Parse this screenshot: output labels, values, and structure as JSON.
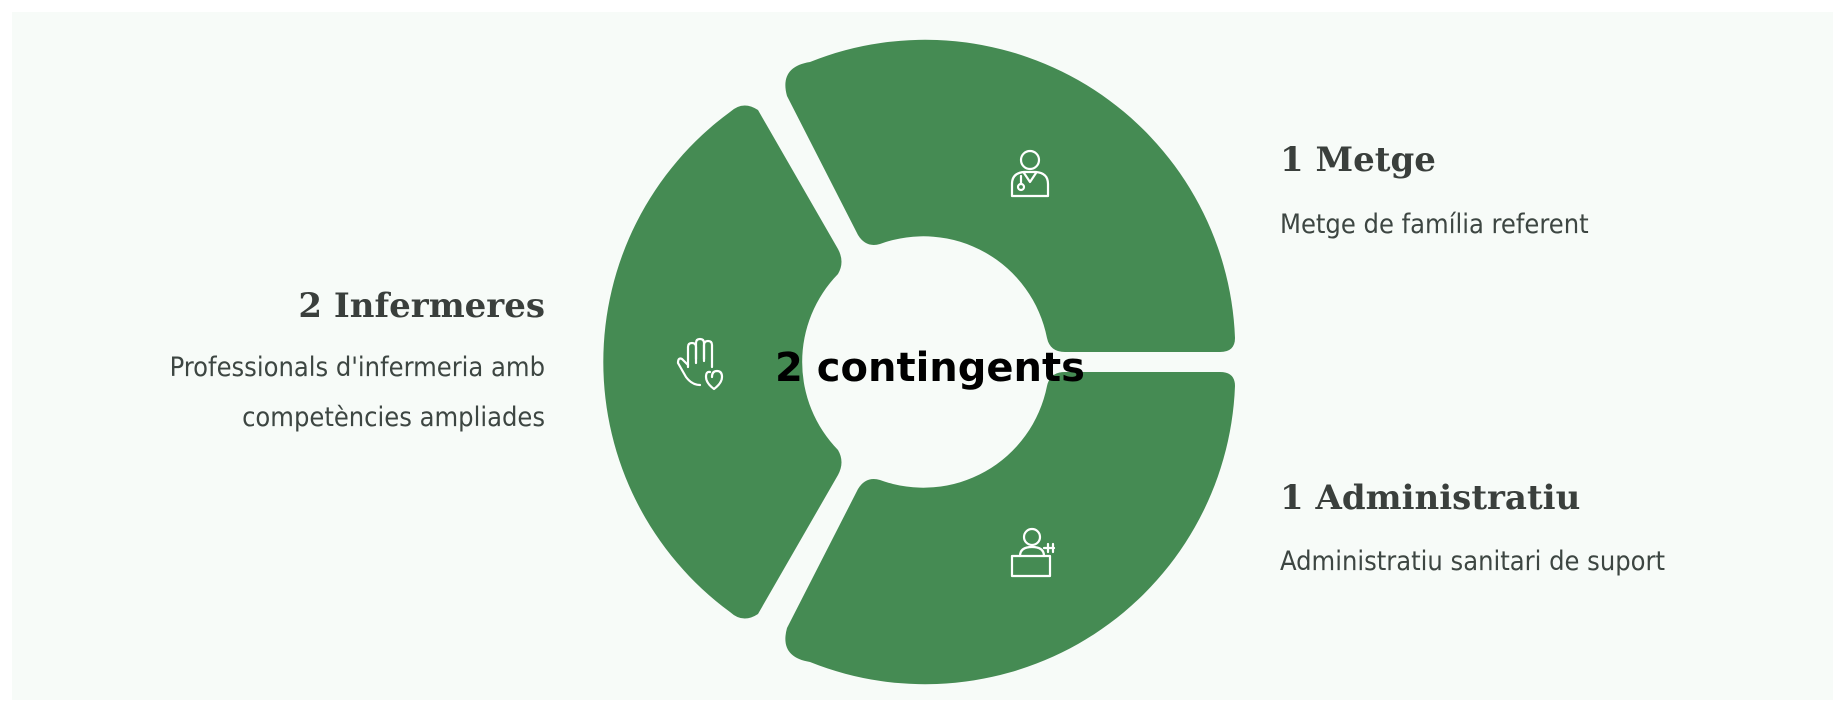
{
  "center": {
    "label": "2 contingents"
  },
  "segments": [
    {
      "name": "metge",
      "count": 1,
      "title": "1 Metge",
      "description": "Metge de família referent",
      "icon": "doctor-icon"
    },
    {
      "name": "administratiu",
      "count": 1,
      "title": "1 Administratiu",
      "description": "Administratiu sanitari de suport",
      "icon": "receptionist-desk-icon"
    },
    {
      "name": "infermeres",
      "count": 2,
      "title": "2 Infermeres",
      "description_lines": [
        "Professionals d'infermeria amb",
        "competències ampliades"
      ],
      "icon": "hand-heart-icon"
    }
  ],
  "colors": {
    "segment": "#458b53",
    "background": "#f7fbf8",
    "text": "#3a3f3c"
  }
}
